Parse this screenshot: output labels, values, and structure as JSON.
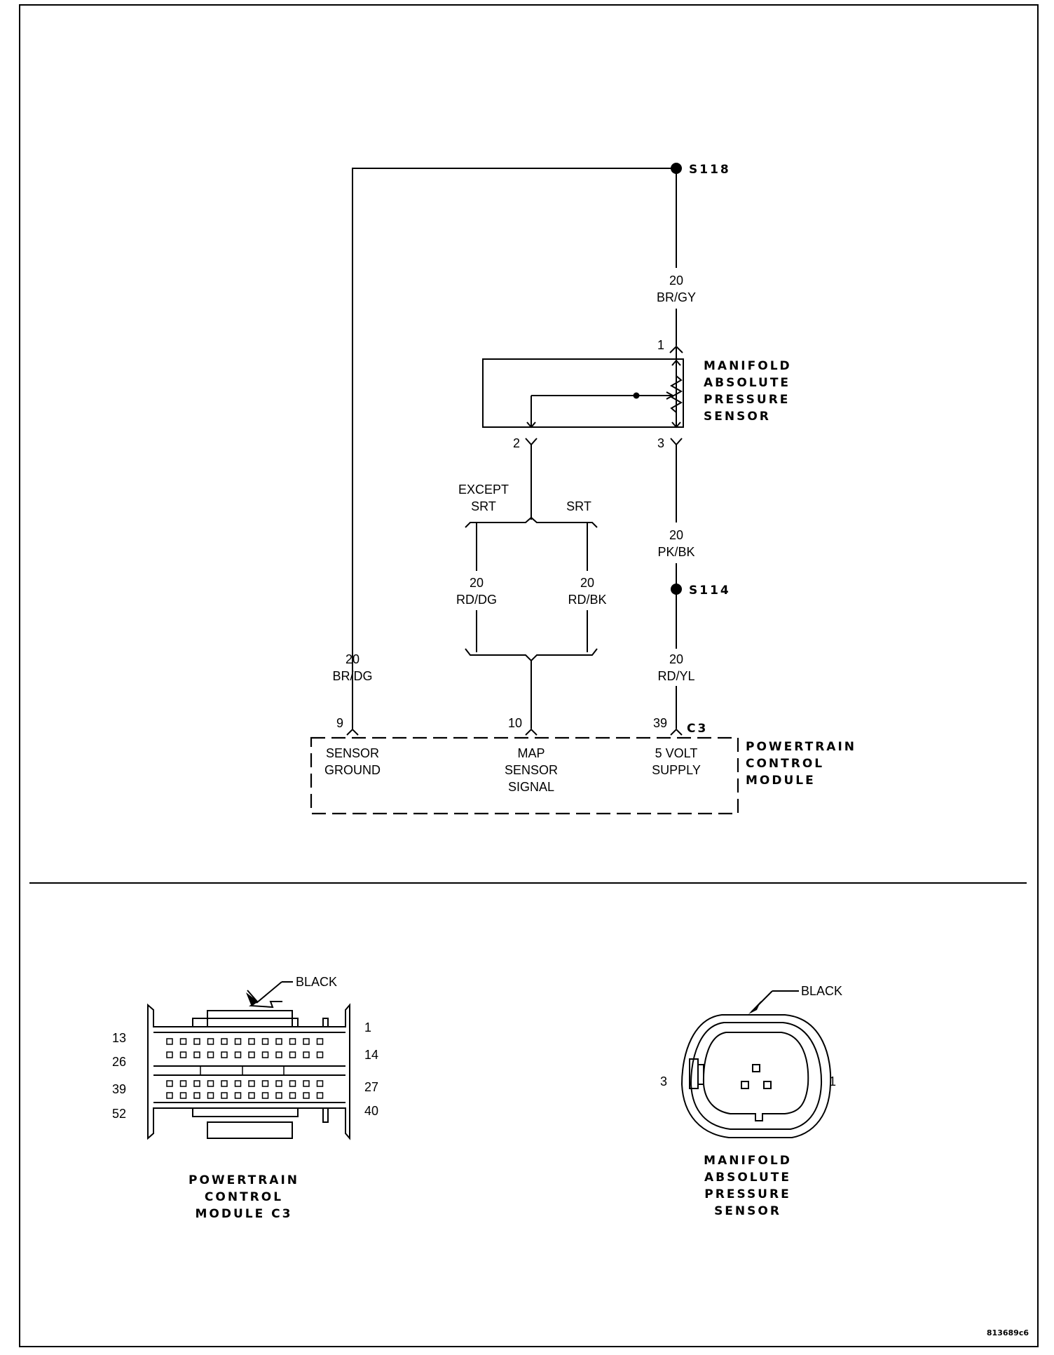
{
  "splices": {
    "s118": "S118",
    "s114": "S114"
  },
  "wires": {
    "s118_sensor": {
      "gauge": "20",
      "color": "BR/GY"
    },
    "sensor_s114": {
      "gauge": "20",
      "color": "PK/BK"
    },
    "s114_pcm": {
      "gauge": "20",
      "color": "RD/YL"
    },
    "except_srt": {
      "gauge": "20",
      "color": "RD/DG"
    },
    "srt": {
      "gauge": "20",
      "color": "RD/BK"
    },
    "ground": {
      "gauge": "20",
      "color": "BR/DG"
    }
  },
  "variants": {
    "except_1": "EXCEPT",
    "except_2": "SRT",
    "srt": "SRT"
  },
  "map_sensor": {
    "title": [
      "MANIFOLD",
      "ABSOLUTE",
      "PRESSURE",
      "SENSOR"
    ],
    "pins": {
      "p1": "1",
      "p2": "2",
      "p3": "3"
    }
  },
  "pcm": {
    "title": [
      "POWERTRAIN",
      "CONTROL",
      "MODULE"
    ],
    "connector": "C3",
    "pins": {
      "p9": "9",
      "p10": "10",
      "p39": "39"
    },
    "functions": {
      "ground": [
        "SENSOR",
        "GROUND"
      ],
      "signal": [
        "MAP",
        "SENSOR",
        "SIGNAL"
      ],
      "supply": [
        "5 VOLT",
        "SUPPLY"
      ]
    }
  },
  "connector_views": {
    "pcm_c3": {
      "color_label": "BLACK",
      "pin_labels": {
        "r1_right": "1",
        "r1_left": "13",
        "r2_left": "26",
        "r2_right": "14",
        "r3_left": "39",
        "r3_right": "27",
        "r4_left": "52",
        "r4_right": "40"
      },
      "title": [
        "POWERTRAIN",
        "CONTROL",
        "MODULE C3"
      ]
    },
    "map_sensor": {
      "color_label": "BLACK",
      "pin_labels": {
        "left": "3",
        "right": "1"
      },
      "title": [
        "MANIFOLD",
        "ABSOLUTE",
        "PRESSURE",
        "SENSOR"
      ]
    }
  },
  "figure_code": "813689c6"
}
